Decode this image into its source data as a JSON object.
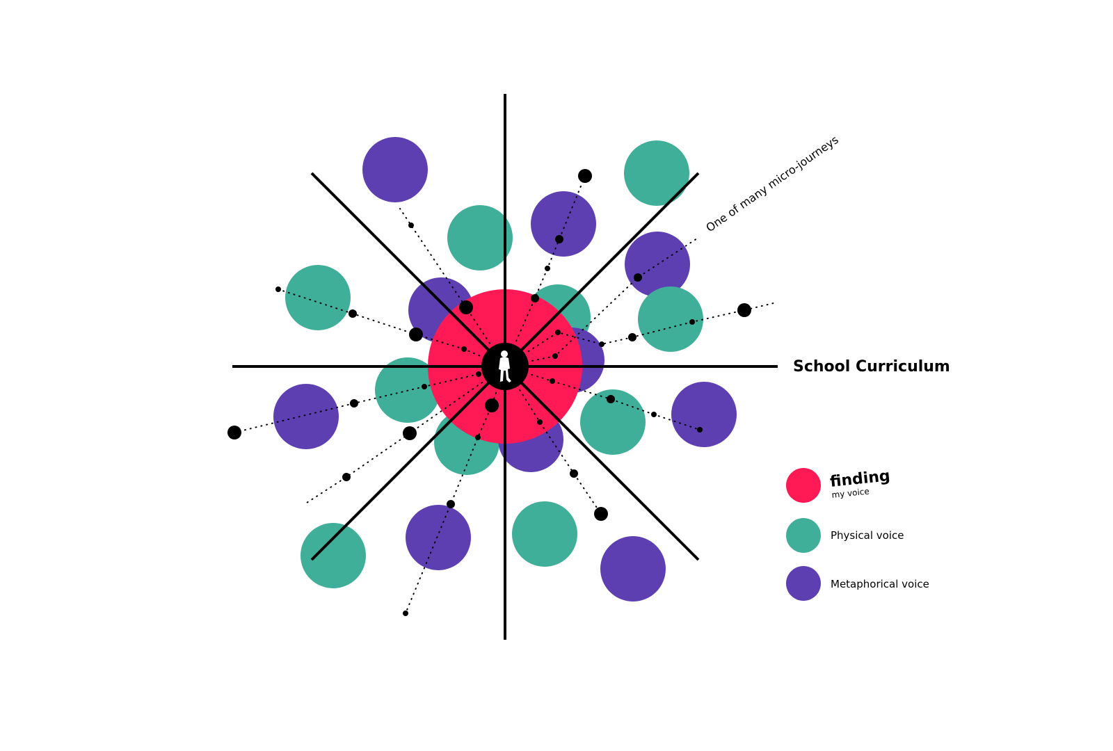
{
  "diagram": {
    "axis_label": "School Curriculum",
    "journey_label": "One of many micro-journeys"
  },
  "legend": {
    "items": [
      {
        "logo_line1": "finding",
        "logo_line2": "my voice",
        "color": "#FF1A55"
      },
      {
        "label": "Physical voice",
        "color": "#3FAF99"
      },
      {
        "label": "Metaphorical voice",
        "color": "#5E3FB2"
      }
    ]
  },
  "colors": {
    "core": "#FF1A55",
    "physical": "#3FAF99",
    "metaphorical": "#5E3FB2",
    "center": "#000000",
    "lines": "#000000"
  },
  "icons": {
    "center": "person-silhouette-icon"
  }
}
